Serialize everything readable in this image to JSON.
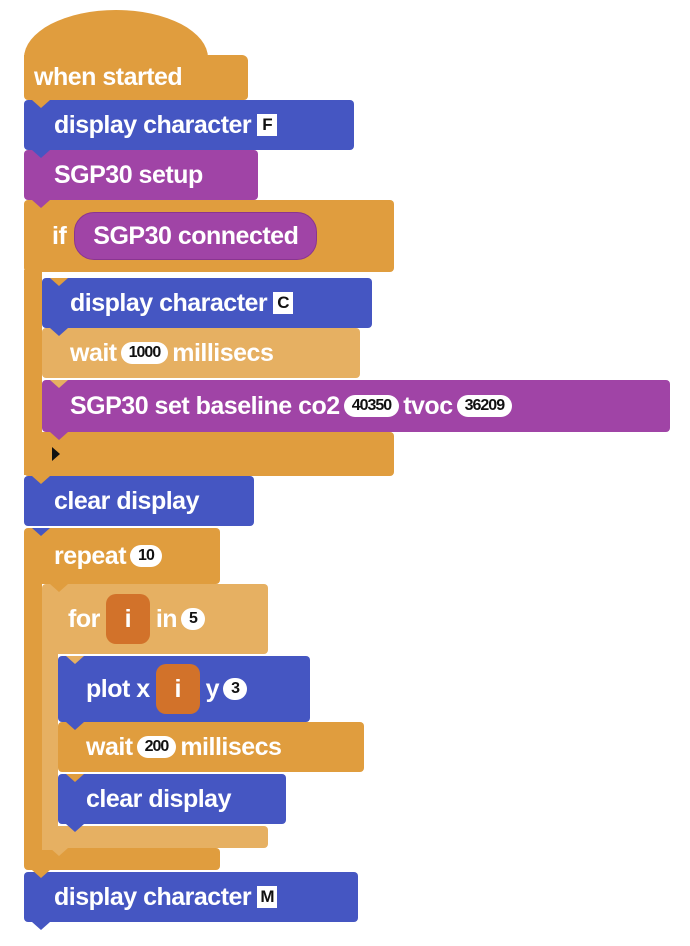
{
  "colors": {
    "control": "#e09d3e",
    "control_light": "#e6b062",
    "display": "#4556c2",
    "sensor": "#a044a6",
    "variable": "#d2722a"
  },
  "program": {
    "hat": {
      "label": "when started"
    },
    "display_f": {
      "label": "display character",
      "value": "F"
    },
    "sgp_setup": {
      "label": "SGP30 setup"
    },
    "if_block": {
      "label": "if",
      "condition": "SGP30 connected"
    },
    "display_c": {
      "label": "display character",
      "value": "C"
    },
    "wait1": {
      "label": "wait",
      "value": "1000",
      "unit": "millisecs"
    },
    "baseline": {
      "label": "SGP30 set baseline co2",
      "co2": "40350",
      "tvoc_label": "tvoc",
      "tvoc": "36209"
    },
    "clear1": {
      "label": "clear display"
    },
    "repeat": {
      "label": "repeat",
      "value": "10"
    },
    "for_loop": {
      "label": "for",
      "var": "i",
      "in_label": "in",
      "value": "5"
    },
    "plot": {
      "label": "plot x",
      "x": "i",
      "y_label": "y",
      "y": "3"
    },
    "wait2": {
      "label": "wait",
      "value": "200",
      "unit": "millisecs"
    },
    "clear2": {
      "label": "clear display"
    },
    "display_m": {
      "label": "display character",
      "value": "M"
    }
  }
}
